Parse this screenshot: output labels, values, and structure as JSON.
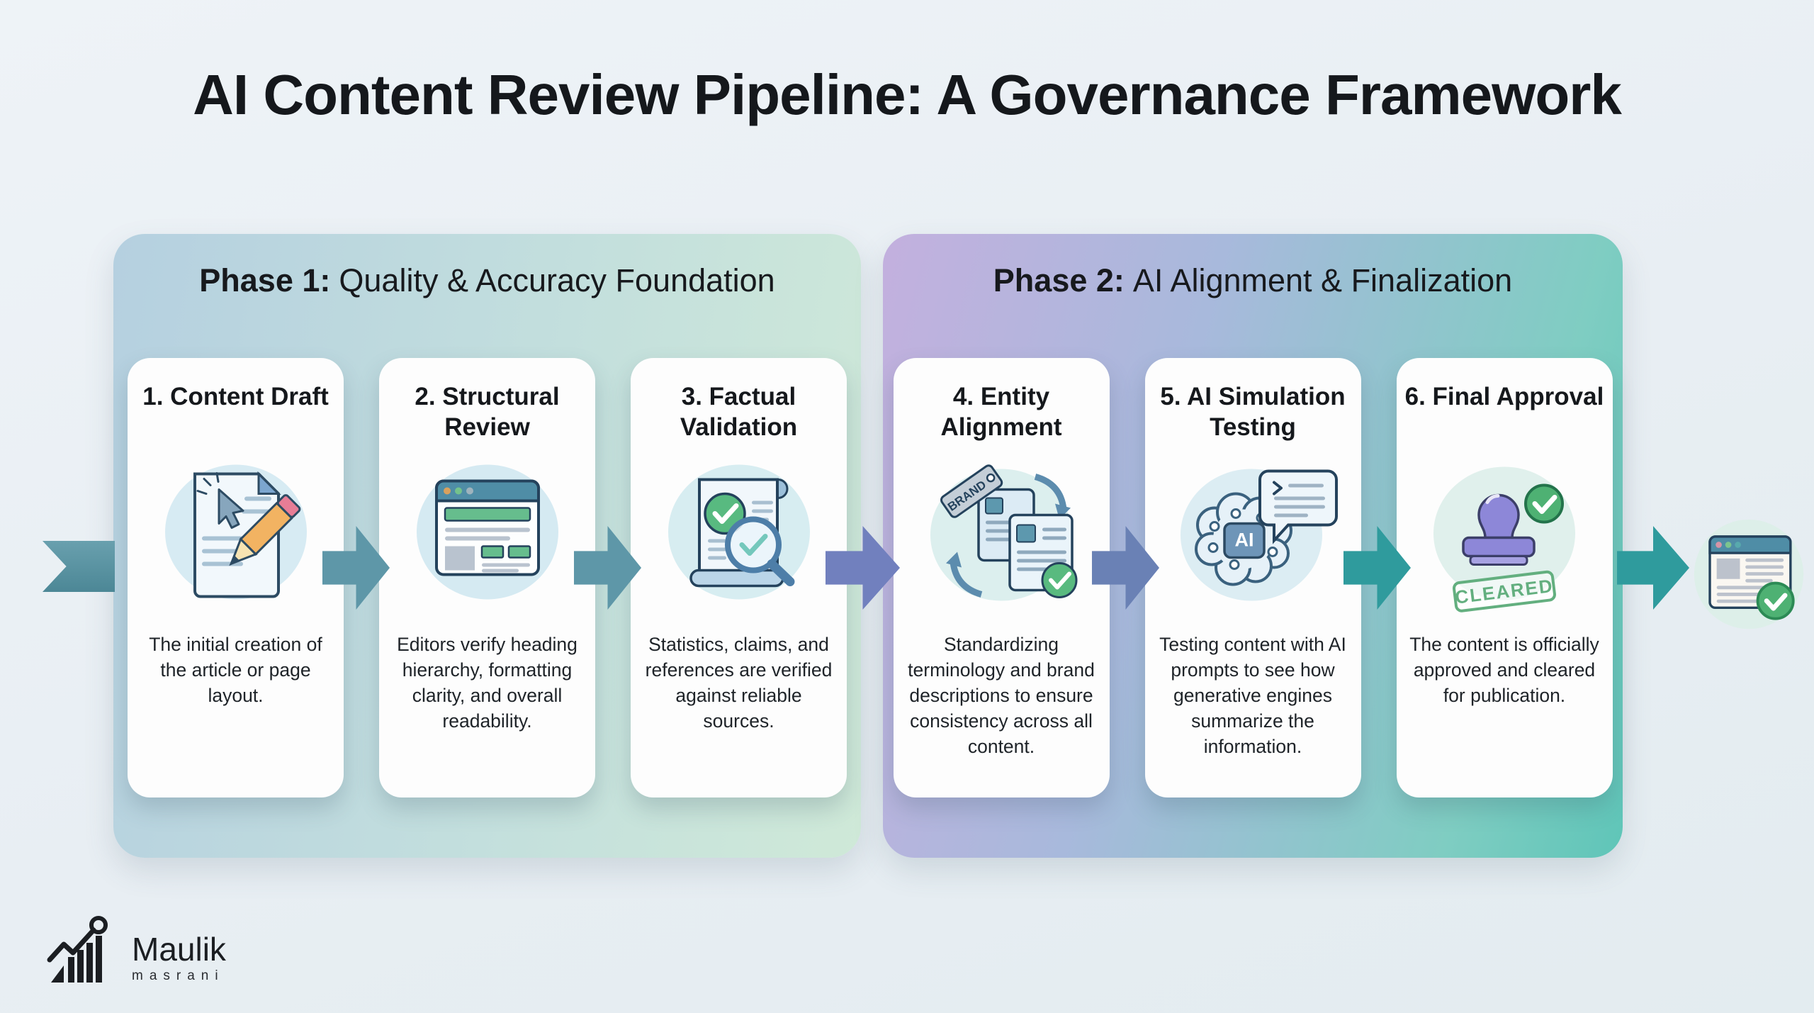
{
  "title": "AI Content Review Pipeline: A Governance Framework",
  "phases": [
    {
      "label_bold": "Phase 1:",
      "label_rest": "Quality & Accuracy Foundation"
    },
    {
      "label_bold": "Phase 2:",
      "label_rest": "AI Alignment & Finalization"
    }
  ],
  "steps": [
    {
      "title": "1. Content Draft",
      "description": "The initial creation of the article or page layout.",
      "icon": "document-cursor-pencil-icon"
    },
    {
      "title": "2. Structural Review",
      "description": "Editors verify heading hierarchy, formatting clarity, and overall readability.",
      "icon": "browser-layout-icon"
    },
    {
      "title": "3. Factual Validation",
      "description": "Statistics, claims, and references are verified against reliable sources.",
      "icon": "scroll-magnifier-check-icon"
    },
    {
      "title": "4. Entity Alignment",
      "description": "Standardizing terminology and brand descriptions to ensure consistency across all content.",
      "icon": "documents-sync-brand-tag-icon",
      "tag_label": "BRAND"
    },
    {
      "title": "5. AI Simulation Testing",
      "description": "Testing content with AI prompts to see how generative engines summarize the information.",
      "icon": "ai-brain-chat-icon",
      "chip_label": "AI"
    },
    {
      "title": "6. Final Approval",
      "description": "The content is officially approved and cleared for publication.",
      "icon": "approval-stamp-icon",
      "stamp_label": "CLEARED"
    }
  ],
  "final_output": {
    "icon": "published-page-check-icon"
  },
  "logo": {
    "name": "Maulik",
    "tagline": "masrani",
    "icon": "bar-chart-magnifier-icon"
  },
  "colors": {
    "background": "#e9eff3",
    "phase1_gradient_start": "#b5d0e0",
    "phase1_gradient_end": "#cfe9d8",
    "phase2_gradient_start": "#c3b0de",
    "phase2_gradient_end": "#5fc5b8",
    "card_background": "#fdfdfd",
    "arrow_teal": "#5e97a8",
    "arrow_indigo": "#7180be",
    "arrow_steel_blue": "#6a81b5",
    "arrow_deep_teal": "#2f9b9d",
    "accent_green": "#57b97e",
    "stamp_purple": "#8d87d8",
    "text_dark": "#17191d"
  }
}
